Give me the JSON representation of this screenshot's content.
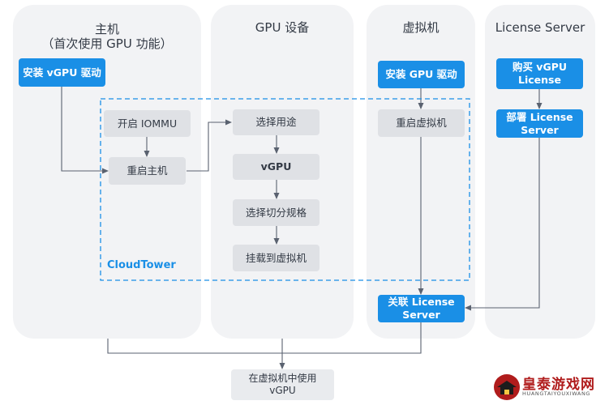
{
  "lanes": {
    "host": {
      "title_line1": "主机",
      "title_line2": "（首次使用 GPU 功能）"
    },
    "gpu": {
      "title": "GPU 设备"
    },
    "vm": {
      "title": "虚拟机"
    },
    "license": {
      "title": "License Server"
    }
  },
  "steps": {
    "install_vgpu_driver_host": "安装 vGPU 驱动",
    "enable_iommu": "开启 IOMMU",
    "reboot_host": "重启主机",
    "choose_usage": "选择用途",
    "vgpu": "vGPU",
    "choose_split_spec": "选择切分规格",
    "mount_to_vm": "挂载到虚拟机",
    "install_gpu_driver_vm": "安装 GPU 驱动",
    "reboot_vm": "重启虚拟机",
    "buy_license_line1": "购买 vGPU",
    "buy_license_line2": "License",
    "deploy_server_line1": "部署 License",
    "deploy_server_line2": "Server",
    "link_server_line1": "关联 License",
    "link_server_line2": "Server",
    "use_vgpu_line1": "在虚拟机中使用",
    "use_vgpu_line2": "vGPU"
  },
  "group": {
    "label": "CloudTower"
  },
  "colors": {
    "accent": "#1a8fe6",
    "lane_bg": "#f2f3f5",
    "gray_box": "#dfe1e5",
    "connector": "#5a6270"
  },
  "watermark": {
    "main": "皇泰游戏网",
    "sub": "HUANGTAIYOUXIWANG"
  }
}
